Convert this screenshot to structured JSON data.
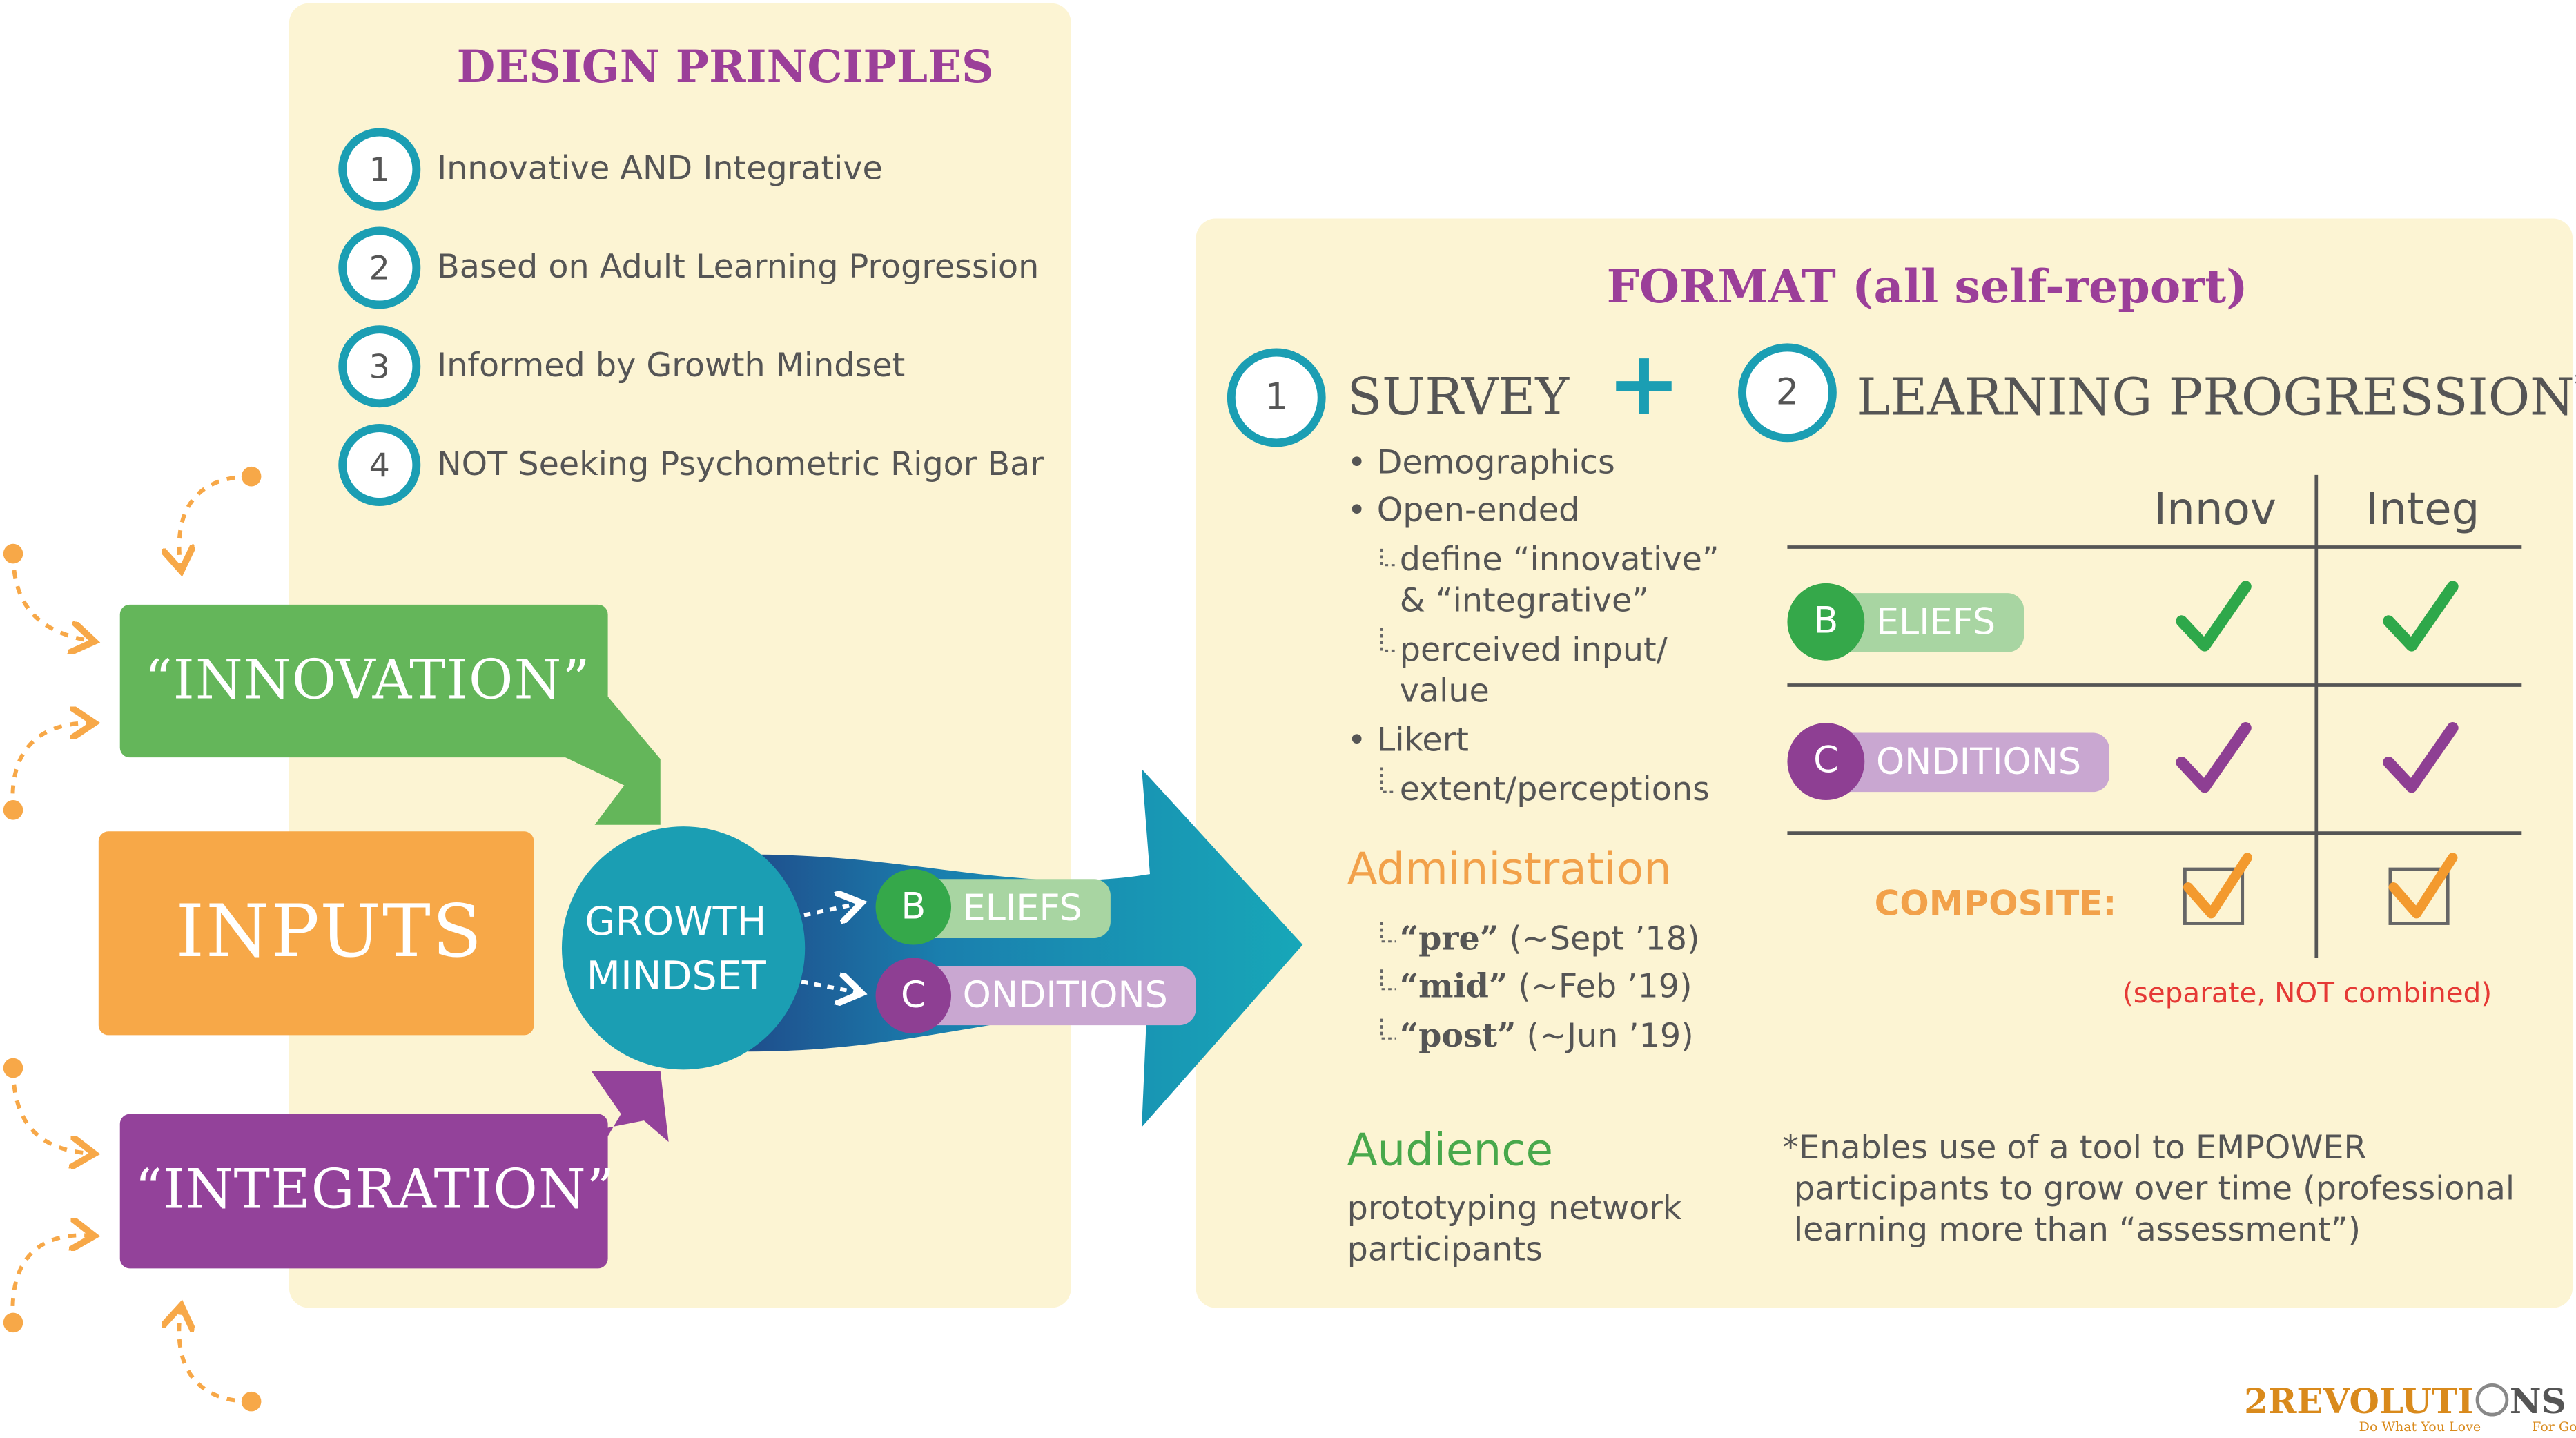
{
  "design_principles": {
    "title": "DESIGN PRINCIPLES",
    "items": [
      {
        "num": "1",
        "text": "Innovative AND Integrative"
      },
      {
        "num": "2",
        "text": "Based on Adult Learning Progression"
      },
      {
        "num": "3",
        "text": "Informed by Growth Mindset"
      },
      {
        "num": "4",
        "text": "NOT Seeking Psychometric Rigor Bar"
      }
    ]
  },
  "inputs": {
    "innovation": "“INNOVATION”",
    "inputs_label": "INPUTS",
    "integration": "“INTEGRATION”",
    "growth_mindset_line1": "GROWTH",
    "growth_mindset_line2": "MINDSET",
    "beliefs_letter": "B",
    "beliefs_rest": "ELIEFS",
    "conditions_letter": "C",
    "conditions_rest": "ONDITIONS"
  },
  "format": {
    "title": "FORMAT (all self-report)",
    "survey": {
      "num": "1",
      "title": "SURVEY",
      "items": {
        "demographics": "Demographics",
        "open_ended": "Open-ended",
        "sub1_line1": "define “innovative”",
        "sub1_line2": "& “integrative”",
        "sub2_line1": "perceived input/",
        "sub2_line2": "value",
        "likert": "Likert",
        "sub3": "extent/perceptions"
      }
    },
    "plus": "+",
    "learning_progression": {
      "num": "2",
      "title": "LEARNING PROGRESSION",
      "asterisk": "*",
      "col_innov": "Innov",
      "col_integ": "Integ",
      "beliefs_letter": "B",
      "beliefs_rest": "ELIEFS",
      "conditions_letter": "C",
      "conditions_rest": "ONDITIONS",
      "composite": "COMPOSITE:",
      "note": "(separate, NOT combined)"
    },
    "administration": {
      "title": "Administration",
      "items": [
        {
          "label": "“pre”",
          "date": "(~Sept ’18)"
        },
        {
          "label": "“mid”",
          "date": "(~Feb ’19)"
        },
        {
          "label": "“post”",
          "date": "(~Jun ’19)"
        }
      ]
    },
    "audience": {
      "title": "Audience",
      "line1": "prototyping network",
      "line2": "participants"
    },
    "footnote": {
      "line1": "*Enables use of a tool to EMPOWER",
      "line2": "participants to grow over time (professional",
      "line3": "learning more than “assessment”)"
    }
  },
  "logo": {
    "text_a": "2REVOLUTI",
    "text_b": "NS",
    "tagline_a": "Do What You Love",
    "tagline_b": "For Good"
  },
  "colors": {
    "panel": "#fcf4d3",
    "teal": "#1b9eb3",
    "green": "#5cb85c",
    "orange": "#f7a848",
    "purple": "#93429a",
    "title_purple": "#9b3f99",
    "beliefs_green": "#35a84a",
    "beliefs_pill": "#a8d5a2",
    "conditions_purple": "#8e3f93",
    "conditions_pill": "#c9a7d1",
    "admin_orange": "#f2a14a",
    "audience_green": "#48a84b",
    "note_red": "#e53935"
  }
}
